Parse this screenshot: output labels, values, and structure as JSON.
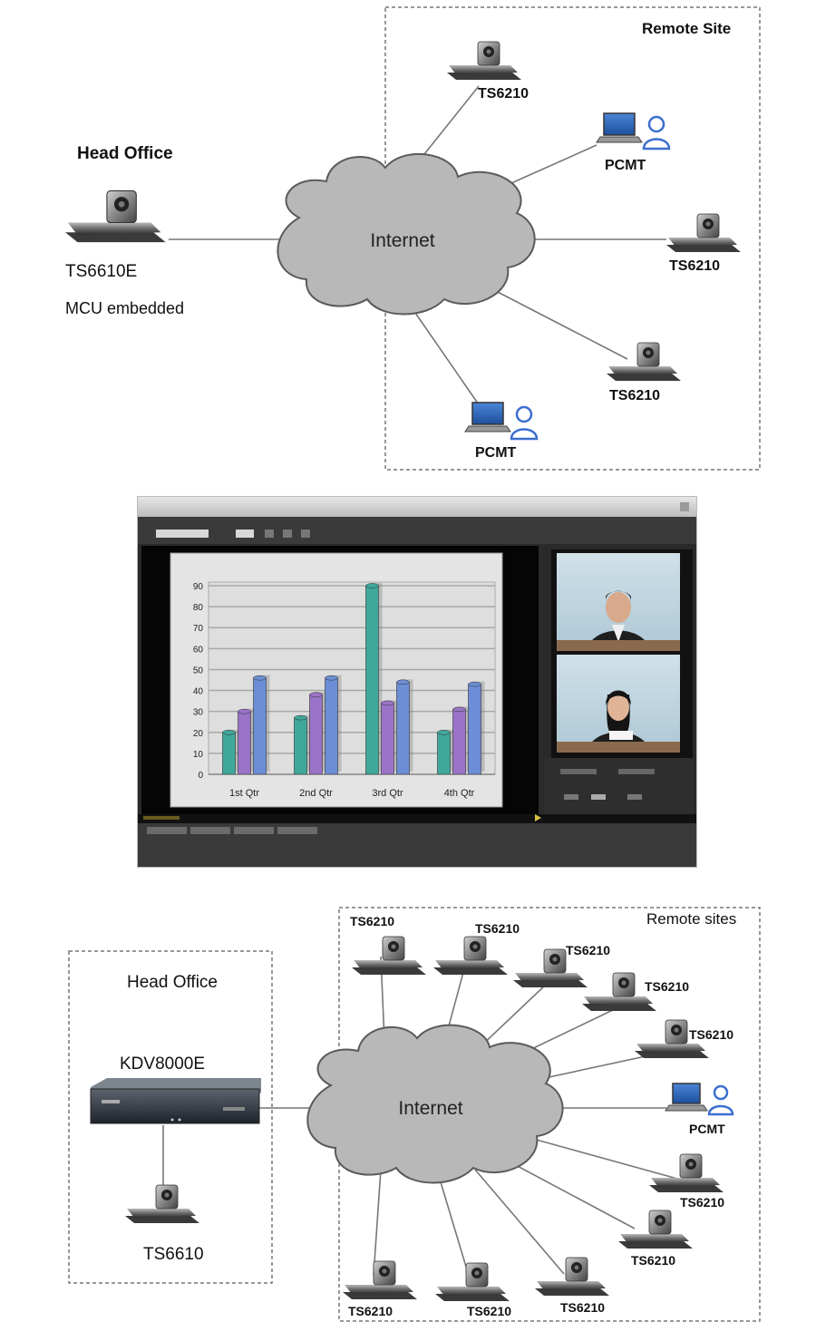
{
  "top": {
    "remote_site_label": "Remote Site",
    "head_office_label": "Head Office",
    "cloud_label": "Internet",
    "head_device": {
      "label": "TS6610E",
      "sub_label": "MCU embedded"
    },
    "devices": [
      {
        "type": "ts",
        "label": "TS6210"
      },
      {
        "type": "pc",
        "label": "PCMT"
      },
      {
        "type": "ts",
        "label": "TS6210"
      },
      {
        "type": "ts",
        "label": "TS6210"
      },
      {
        "type": "pc",
        "label": "PCMT"
      }
    ]
  },
  "screen": {
    "chart_data": {
      "type": "bar",
      "categories": [
        "1st Qtr",
        "2nd Qtr",
        "3rd Qtr",
        "4th Qtr"
      ],
      "series": [
        {
          "values": [
            20,
            27,
            90,
            20
          ],
          "color": "#3fa89b"
        },
        {
          "values": [
            30,
            38,
            34,
            31
          ],
          "color": "#9a73c6"
        },
        {
          "values": [
            46,
            46,
            44,
            43
          ],
          "color": "#6b8ed6"
        }
      ],
      "ylim": [
        0,
        90
      ],
      "yticks": [
        "0",
        "10",
        "20",
        "30",
        "40",
        "50",
        "60",
        "70",
        "80",
        "90"
      ],
      "grid": true
    }
  },
  "bottom": {
    "head_office_label": "Head Office",
    "remote_sites_label": "Remote sites",
    "cloud_label": "Internet",
    "mcu_label": "KDV8000E",
    "terminal_label": "TS6610",
    "devices": [
      {
        "type": "ts",
        "label": "TS6210"
      },
      {
        "type": "ts",
        "label": "TS6210"
      },
      {
        "type": "ts",
        "label": "TS6210"
      },
      {
        "type": "ts",
        "label": "TS6210"
      },
      {
        "type": "ts",
        "label": "TS6210"
      },
      {
        "type": "pc",
        "label": "PCMT"
      },
      {
        "type": "ts",
        "label": "TS6210"
      },
      {
        "type": "ts",
        "label": "TS6210"
      },
      {
        "type": "ts",
        "label": "TS6210"
      },
      {
        "type": "ts",
        "label": "TS6210"
      },
      {
        "type": "ts",
        "label": "TS6210"
      }
    ]
  }
}
